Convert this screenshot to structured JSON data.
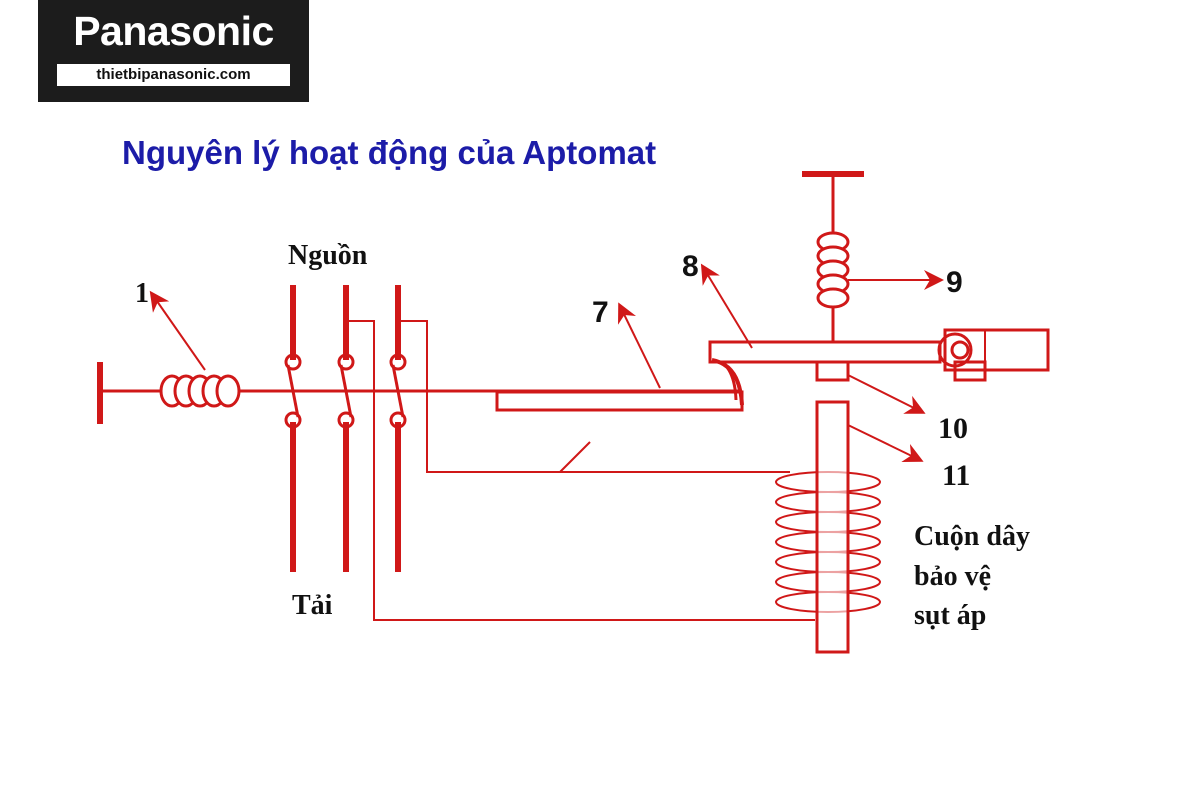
{
  "logo": {
    "brand": "Panasonic",
    "url": "thietbipanasonic.com"
  },
  "title": "Nguyên lý hoạt động của Aptomat",
  "labels": {
    "source": "Nguồn",
    "load": "Tải",
    "n1": "1",
    "n7": "7",
    "n8": "8",
    "n9": "9",
    "n10": "10",
    "n11": "11",
    "coil_line1": "Cuộn dây",
    "coil_line2": "bảo vệ",
    "coil_line3": "sụt áp"
  },
  "colors": {
    "line": "#d01818",
    "title": "#1c1ca8",
    "logo_bg": "#1c1c1c"
  }
}
